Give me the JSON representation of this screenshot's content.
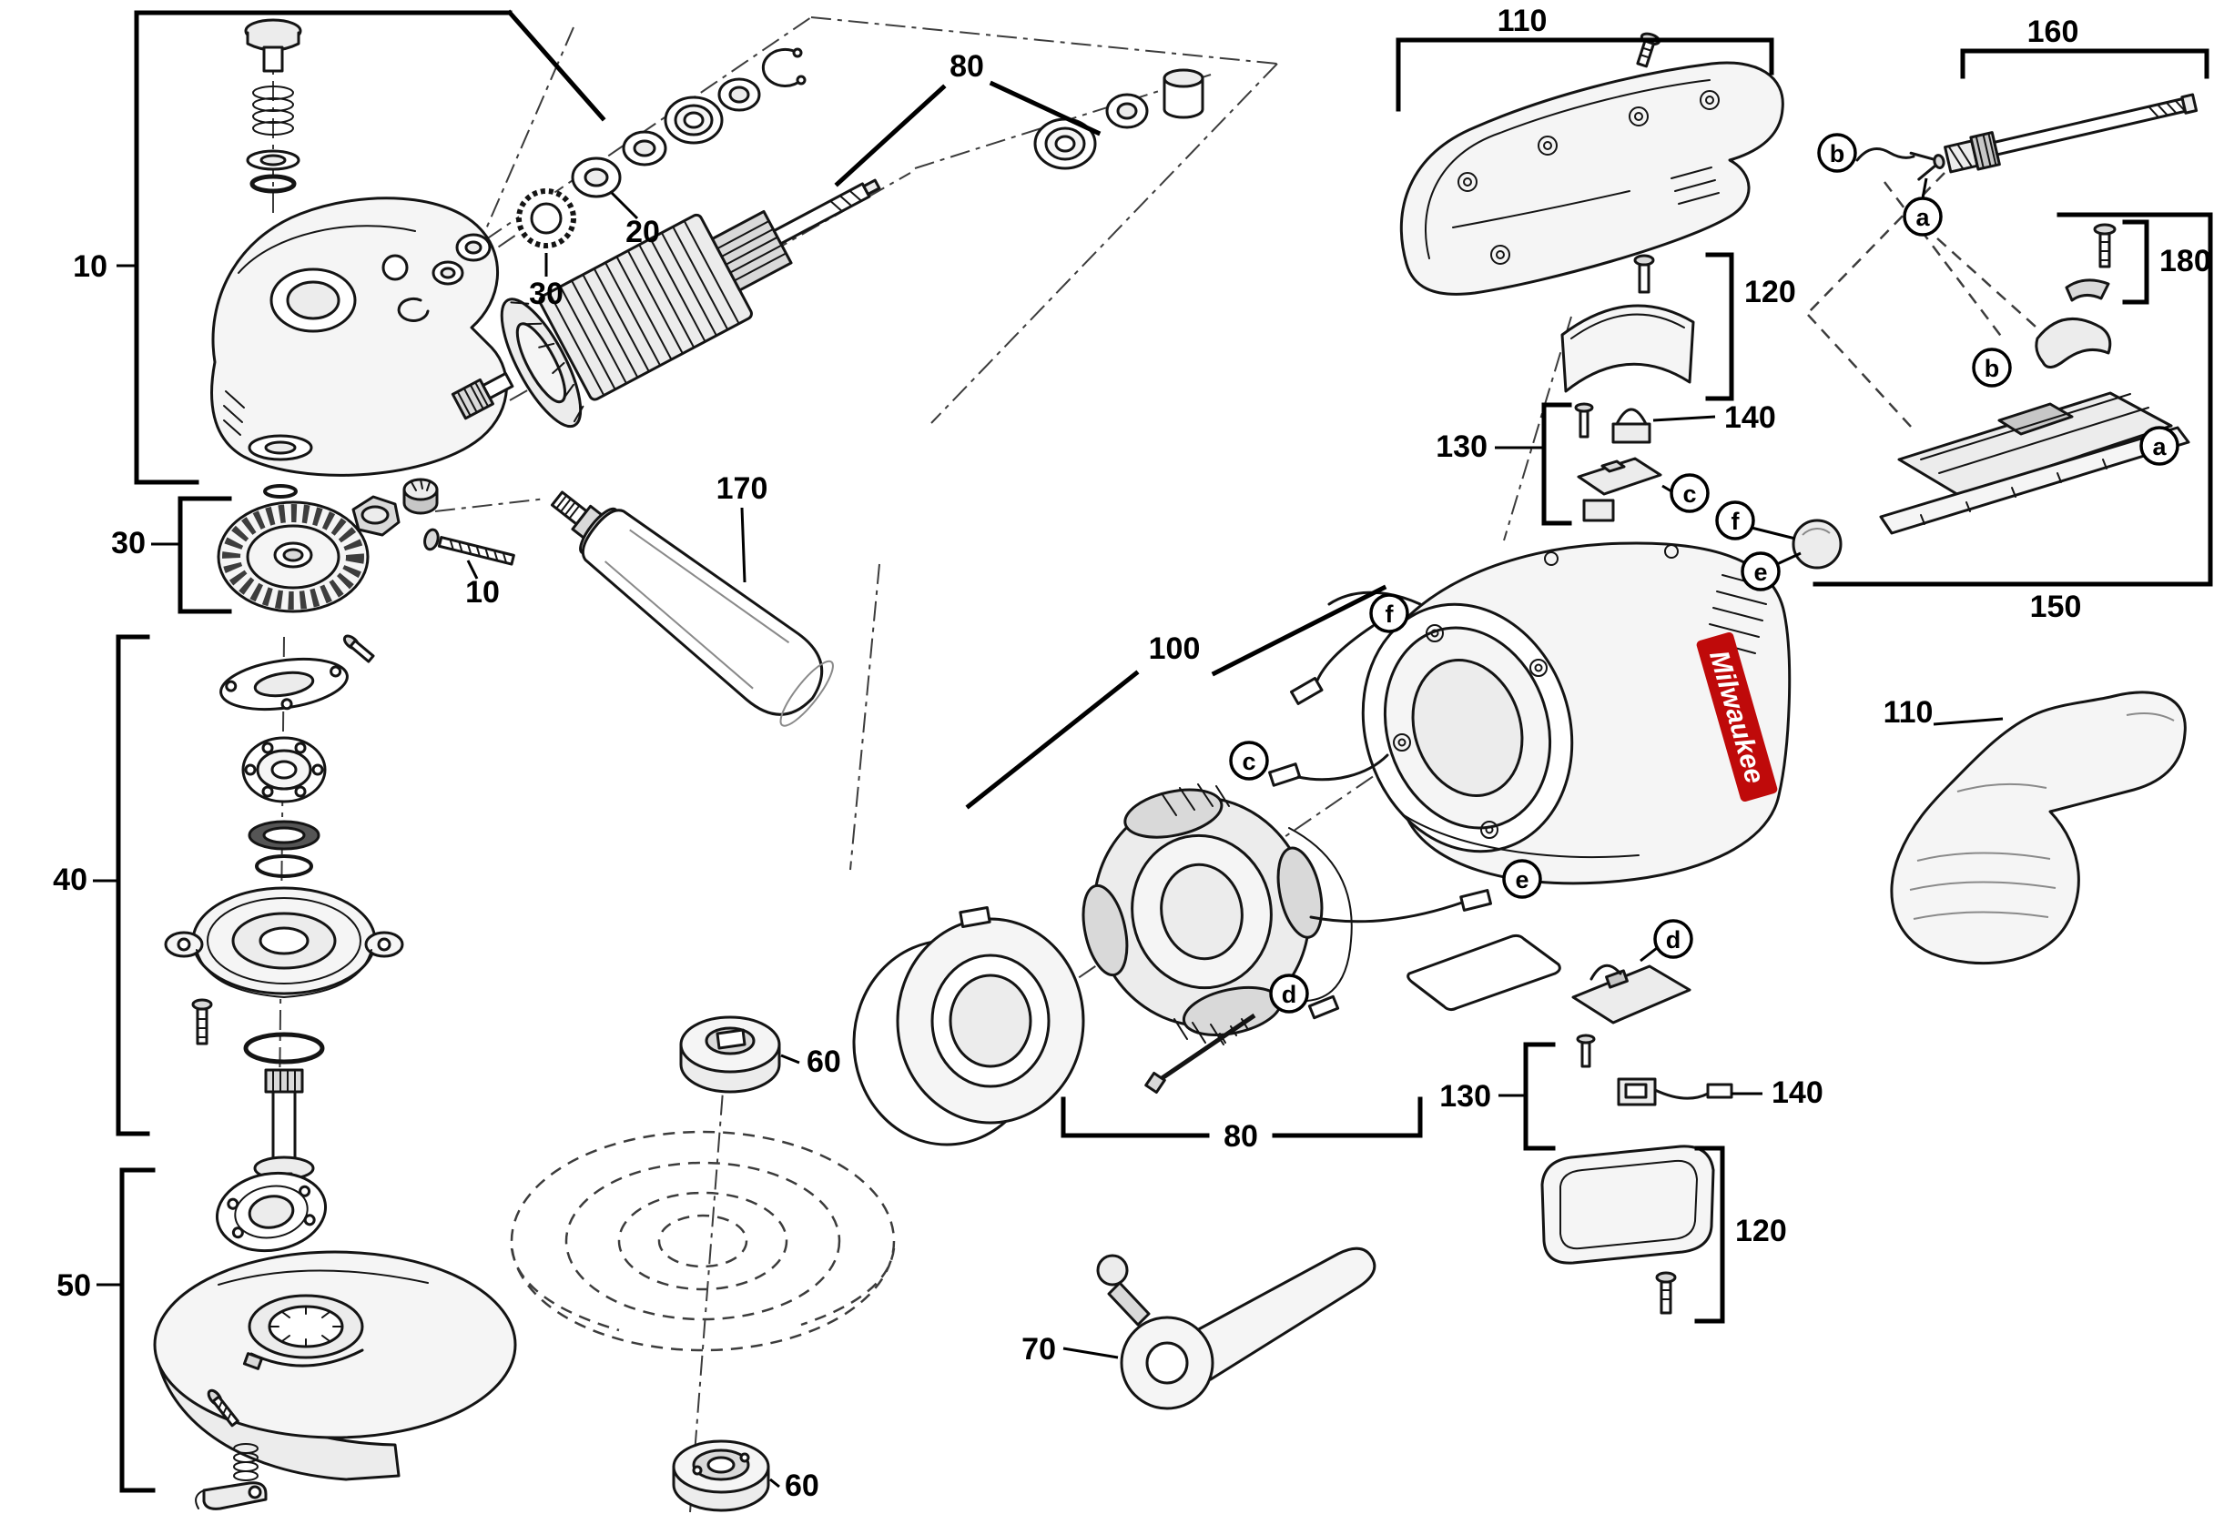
{
  "diagram": {
    "brand": "Milwaukee"
  },
  "labels": {
    "n10": "10",
    "n20": "20",
    "n30": "30",
    "n40": "40",
    "n50": "50",
    "n60": "60",
    "n70": "70",
    "n80": "80",
    "n100": "100",
    "n110": "110",
    "n120": "120",
    "n130": "130",
    "n140": "140",
    "n150": "150",
    "n160": "160",
    "n170": "170",
    "n180": "180",
    "a": "a",
    "b": "b",
    "c": "c",
    "d": "d",
    "e": "e",
    "f": "f"
  }
}
